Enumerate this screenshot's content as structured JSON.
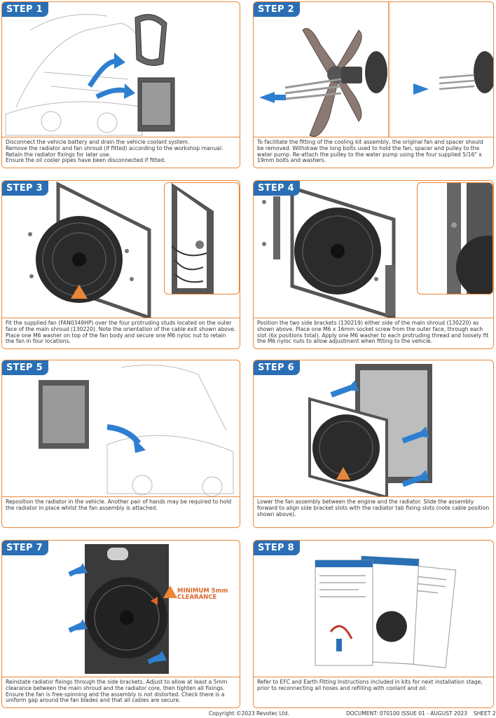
{
  "steps": [
    {
      "label": "STEP 1",
      "text": [
        "Disconnect the vehicle battery and drain the vehicle coolant system.",
        "Remove the radiator and fan shroud (if fitted) according to the workshop manual.",
        "Retain the radiator fixings for later use.",
        "Ensure the oil cooler pipes have been disconnected if fitted."
      ]
    },
    {
      "label": "STEP 2",
      "text": [
        "To facilitate the fitting of the cooling kit assembly, the original fan and spacer should be removed. Withdraw the long bolts used to hold the fan, spacer and pulley to the water pump. Re-attach the pulley to the water pump using the four supplied 5/16\" x 19mm bolts and washers."
      ]
    },
    {
      "label": "STEP 3",
      "text": [
        "Fit the supplied fan (FAN0349HP) over the four protruding studs located on the outer face of the main shroud (130220). Note the orientation of the cable exit shown above. Place one M6 washer on top of the fan body and secure one M6 nyloc nut to retain the fan in four locations."
      ]
    },
    {
      "label": "STEP 4",
      "text": [
        "Position the two side brackets (130219) either side of the main shroud (130220) as shown above. Place one M6 x 16mm socket screw from the outer face, through each slot (6x positions total). Apply one M6 washer to each protruding thread and loosely fit the M6 nyloc nuts to allow adjustment when fitting to the vehicle."
      ]
    },
    {
      "label": "STEP 5",
      "text": [
        "Reposition the radiator in the vehicle. Another pair of hands may be required to hold the radiator in place whilst the fan assembly is attached."
      ]
    },
    {
      "label": "STEP 6",
      "text": [
        "Lower the fan assembly between the engine and the radiator. Slide the assembly forward to align side bracket slots with the radiator tab fixing slots (note cable position shown above)."
      ]
    },
    {
      "label": "STEP 7",
      "text": [
        "Reinstate radiator fixings through the side brackets. Adjust to allow at least a 5mm clearance between the main shroud and the radiator core, then tighten all fixings. Ensure the fan is free-spinning and the assembly is not distorted. Check there is a uniform gap around the fan blades and that all cables are secure."
      ],
      "callout": [
        "MINIMUM 5mm",
        "CLEARANCE"
      ]
    },
    {
      "label": "STEP 8",
      "text": [
        "Refer to EFC and Earth Fitting Instructions included in kits for next  installation stage, prior to reconnecting all hoses and refilling with coolant and oil."
      ]
    }
  ],
  "footer": {
    "copyright": "Copyright ©2023 Revotec Ltd.",
    "document": "DOCUMENT: 070100 ISSUE 01 - AUGUST 2023",
    "sheet": "SHEET 2"
  },
  "colors": {
    "accent": "#e8873a",
    "tag": "#2a6fb5",
    "arrow": "#2f7fd0",
    "metal": "#4a4a4a"
  }
}
